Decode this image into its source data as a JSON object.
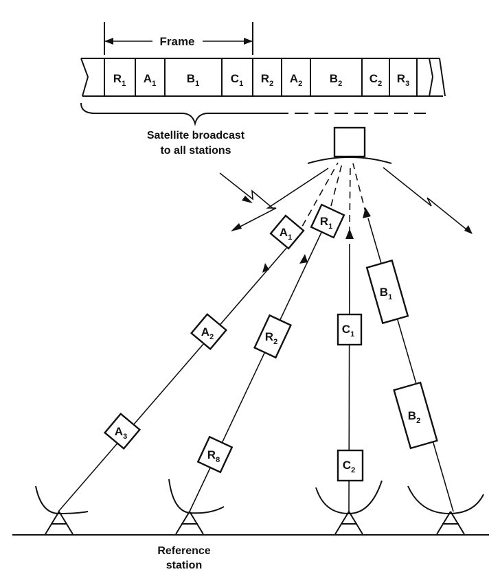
{
  "frame_label": "Frame",
  "frame_slots": [
    {
      "main": "R",
      "sub": "1"
    },
    {
      "main": "A",
      "sub": "1"
    },
    {
      "main": "B",
      "sub": "1"
    },
    {
      "main": "C",
      "sub": "1"
    },
    {
      "main": "R",
      "sub": "2"
    },
    {
      "main": "A",
      "sub": "2"
    },
    {
      "main": "B",
      "sub": "2"
    },
    {
      "main": "C",
      "sub": "2"
    },
    {
      "main": "R",
      "sub": "3"
    }
  ],
  "broadcast_caption": {
    "line1": "Satellite broadcast",
    "line2": "to all stations"
  },
  "reference_caption": {
    "line1": "Reference",
    "line2": "station"
  },
  "bursts": {
    "a1": {
      "main": "A",
      "sub": "1"
    },
    "a2": {
      "main": "A",
      "sub": "2"
    },
    "a3": {
      "main": "A",
      "sub": "3"
    },
    "r1": {
      "main": "R",
      "sub": "1"
    },
    "r2": {
      "main": "R",
      "sub": "2"
    },
    "r8": {
      "main": "R",
      "sub": "8"
    },
    "c1": {
      "main": "C",
      "sub": "1"
    },
    "c2": {
      "main": "C",
      "sub": "2"
    },
    "b1": {
      "main": "B",
      "sub": "1"
    },
    "b2": {
      "main": "B",
      "sub": "2"
    }
  }
}
